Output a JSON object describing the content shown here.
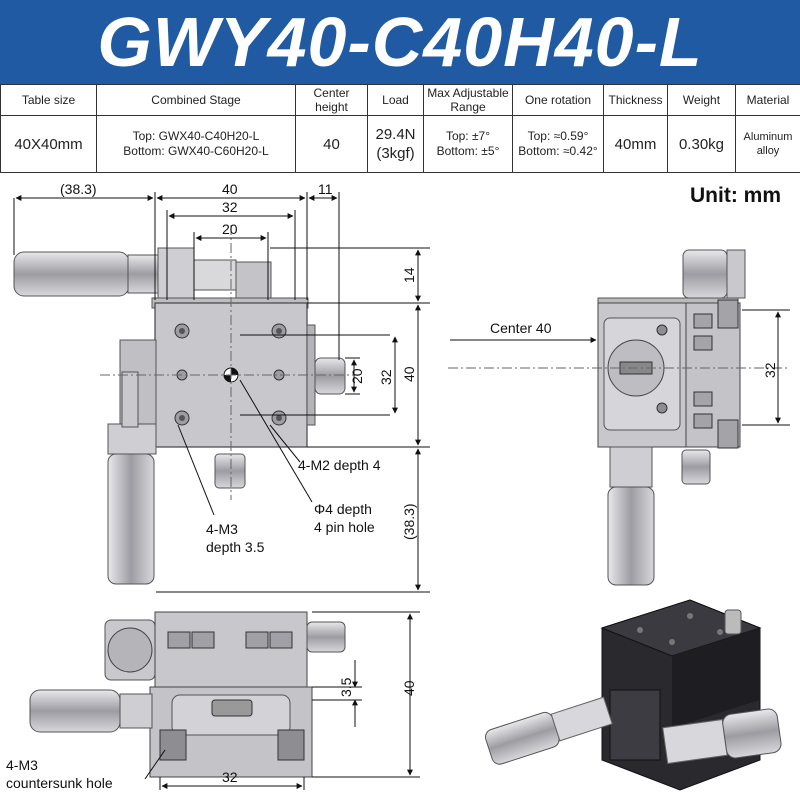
{
  "title": "GWY40-C40H40-L",
  "spec_table": {
    "headers": [
      "Table size",
      "Combined Stage",
      "Center height",
      "Load",
      "Max Adjustable Range",
      "One rotation",
      "Thickness",
      "Weight",
      "Material"
    ],
    "values": {
      "table_size": "40X40mm",
      "stage_top": "Top: GWX40-C40H20-L",
      "stage_bottom": "Bottom: GWX40-C60H20-L",
      "center_height": "40",
      "load_1": "29.4N",
      "load_2": "(3kgf)",
      "range_top": "Top: ±7°",
      "range_bottom": "Bottom: ±5°",
      "rotation_top": "Top: ≈0.59°",
      "rotation_bottom": "Bottom: ≈0.42°",
      "thickness": "40mm",
      "weight": "0.30kg",
      "material_1": "Aluminum",
      "material_2": "alloy"
    }
  },
  "unit_label": "Unit: mm",
  "top_view": {
    "dim_38_3": "(38.3)",
    "dim_40": "40",
    "dim_32": "32",
    "dim_20": "20",
    "dim_11": "11",
    "dim_14": "14",
    "dim_20v": "20",
    "dim_32v": "32",
    "dim_40v": "40",
    "dim_38_3v": "(38.3)",
    "note_m2": "4-M2 depth 4",
    "note_pin_1": "Φ4 depth",
    "note_pin_2": "4 pin hole",
    "note_m3_1": "4-M3",
    "note_m3_2": "depth 3.5"
  },
  "side_view": {
    "center_label": "Center 40",
    "dim_32": "32"
  },
  "front_view": {
    "dim_3_5": "3.5",
    "dim_40": "40",
    "dim_32": "32",
    "note_1": "4-M3",
    "note_2": "countersunk hole"
  },
  "colors": {
    "banner": "#1f5aa3",
    "body_gray": "#c8c8cc",
    "dark_metal": "#2a2a2e"
  }
}
